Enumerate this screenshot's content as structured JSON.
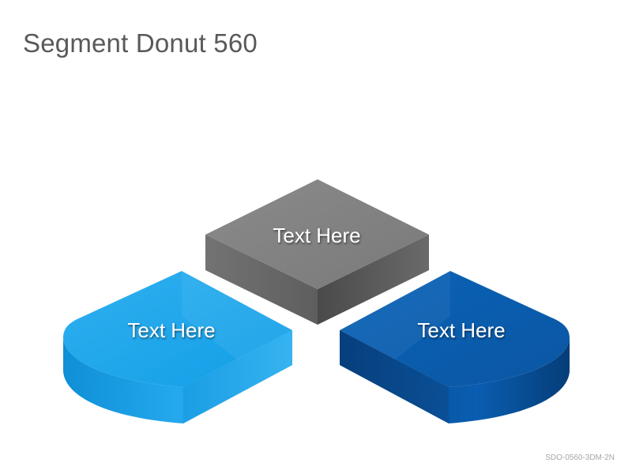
{
  "title": "Segment Donut 560",
  "segments": [
    {
      "label": "Text Here",
      "color": "#808080"
    },
    {
      "label": "Text Here",
      "color": "#1aa3ea"
    },
    {
      "label": "Text Here",
      "color": "#0b5aa9"
    }
  ],
  "footer": {
    "code": "SDO-0560-3DM-2N"
  }
}
